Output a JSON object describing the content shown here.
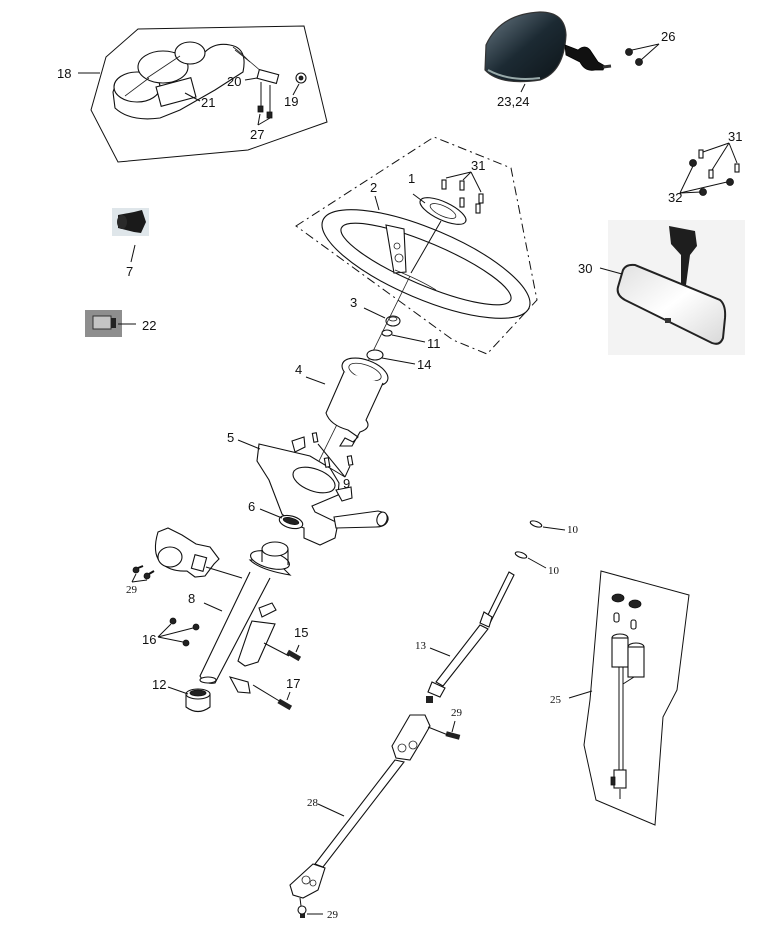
{
  "diagram": {
    "title": "Steering column and dashboard components exploded view",
    "callouts": {
      "c1": "1",
      "c2": "2",
      "c3": "3",
      "c4": "4",
      "c5": "5",
      "c6": "6",
      "c7": "7",
      "c8": "8",
      "c9": "9",
      "c10a": "10",
      "c10b": "10",
      "c11": "11",
      "c12": "12",
      "c13": "13",
      "c14": "14",
      "c15": "15",
      "c16": "16",
      "c17": "17",
      "c18": "18",
      "c19": "19",
      "c20": "20",
      "c21": "21",
      "c22": "22",
      "c23_24": "23,24",
      "c25": "25",
      "c26": "26",
      "c27": "27",
      "c28": "28",
      "c29a": "29",
      "c29b": "29",
      "c29c": "29",
      "c30": "30",
      "c31a": "31",
      "c31b": "31",
      "c32": "32"
    },
    "parts": [
      {
        "id": "instrument-cluster",
        "callout": "18"
      },
      {
        "id": "side-mirror",
        "callout": "23,24"
      },
      {
        "id": "steering-wheel",
        "callout": "2"
      },
      {
        "id": "rearview-mirror",
        "callout": "30"
      },
      {
        "id": "steering-column",
        "callout": "8"
      },
      {
        "id": "steering-shaft",
        "callout": "13"
      },
      {
        "id": "universal-joint-shaft",
        "callout": "28"
      },
      {
        "id": "socket-harness",
        "callout": "25"
      }
    ]
  }
}
